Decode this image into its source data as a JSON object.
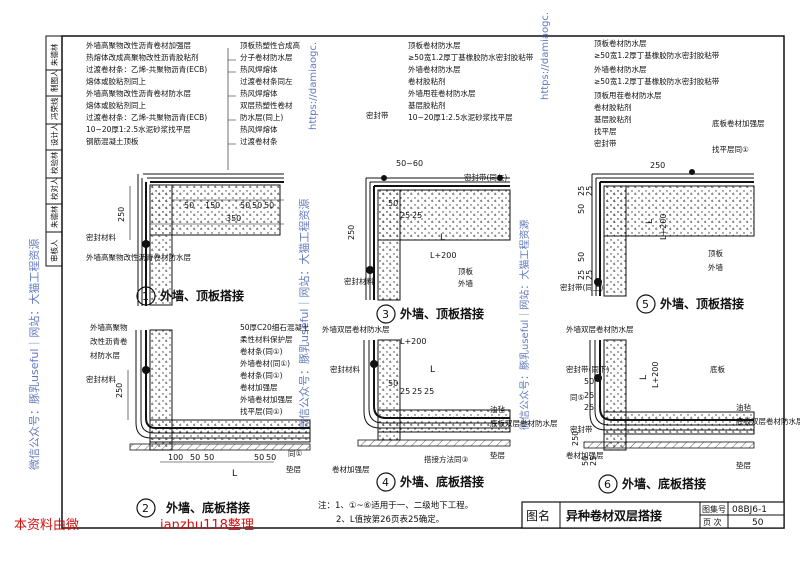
{
  "side_strip": [
    "审核人",
    "朱德林",
    "校对人",
    "校验林",
    "设计人",
    "冯荣线",
    "制图人",
    "朱德林"
  ],
  "watermarks": {
    "left": "微信公众号：豚乳useful｜网站：大猫工程资源",
    "mid": "微信公众号：豚乳useful｜网站：大猫工程资源",
    "right": "https://damiaogc.",
    "right2": "https://damiaogc."
  },
  "d1": {
    "num": "1",
    "title": "外墙、顶板搭接",
    "labels": [
      "外墙高聚物改性沥青卷材加强层",
      "热熔体改成高聚物改性沥青胶粘剂",
      "过渡卷材条：乙烯-共聚物沥青(ECB)",
      "熔体或胶粘剂同上",
      "外墙高聚物改性沥青卷材防水层",
      "熔体或胶粘剂同上",
      "过渡卷材条：乙烯-共聚物沥青(ECB)",
      "10~20厚1:2.5水泥砂浆找平层",
      "钢筋混凝土顶板",
      "顶板热塑性合成高",
      "分子卷材防水层",
      "热风焊熔体",
      "过渡卷材条同左",
      "热风焊熔体",
      "双层热塑性卷材",
      "防水层(同上)",
      "热风焊熔体",
      "过渡卷材条"
    ],
    "dims": [
      "50",
      "150",
      "50",
      "50",
      "50",
      "350",
      "250"
    ],
    "seal": "密封材料",
    "wall_label": "外墙高聚物改性沥青卷材防水层"
  },
  "d2": {
    "num": "2",
    "title": "外墙、底板搭接",
    "labels": [
      "外墙高聚物",
      "改性沥青卷",
      "材防水层",
      "50厚C20细石混凝土",
      "柔性材料保护层",
      "卷材条(同①)",
      "外墙卷材(同①)",
      "卷材条(同①)",
      "卷材加强层",
      "外墙卷材加强层",
      "找平层(同①)",
      "同①",
      "垫层"
    ],
    "dims": [
      "250",
      "100",
      "50",
      "50",
      "50",
      "50",
      "L"
    ],
    "seal": "密封材料"
  },
  "d3": {
    "num": "3",
    "title": "外墙、顶板搭接",
    "labels": [
      "顶板卷材防水层",
      "≥50宽1.2厚丁基橡胶防水密封胶粘带",
      "外墙卷材防水层",
      "卷材胶粘剂",
      "外墙甩茬卷材防水层",
      "基层胶粘剂",
      "10~20厚1:2.5水泥砂浆找平层",
      "密封带",
      "密封带(同左)",
      "顶板",
      "外墙",
      "密封材料"
    ],
    "dims": [
      "50~60",
      "50",
      "25",
      "25",
      "L",
      "L+200",
      "250"
    ]
  },
  "d4": {
    "num": "4",
    "title": "外墙、底板搭接",
    "labels": [
      "外墙双层卷材防水层",
      "密封材料",
      "油毡",
      "底板双层卷材防水层",
      "垫层",
      "卷材加强层",
      "搭接方法同③"
    ],
    "dims": [
      "L+200",
      "L",
      "50",
      "25",
      "25",
      "25"
    ]
  },
  "d5": {
    "num": "5",
    "title": "外墙、顶板搭接",
    "labels": [
      "顶板卷材防水层",
      "≥50宽1.2厚丁基橡胶防水密封胶粘带",
      "外墙卷材防水层",
      "≥50宽1.2厚丁基橡胶防水密封胶粘带",
      "顶板甩茬卷材防水层",
      "卷材胶粘剂",
      "基层胶粘剂",
      "找平层",
      "密封带",
      "底板卷材加强层",
      "找平层同①",
      "顶板",
      "外墙",
      "密封带(同上)"
    ],
    "dims": [
      "250",
      "50",
      "25",
      "25",
      "L+200",
      "L",
      "50",
      "25",
      "25"
    ]
  },
  "d6": {
    "num": "6",
    "title": "外墙、底板搭接",
    "labels": [
      "外墙双层卷材防水层",
      "密封带(同下)",
      "底板",
      "油毡",
      "底板双层卷材防水层",
      "同⑤",
      "密封带",
      "卷材加强层",
      "垫层"
    ],
    "dims": [
      "L+200",
      "L",
      "50",
      "25",
      "25",
      "250",
      "50",
      "25"
    ]
  },
  "notes": [
    "注：1、①~⑥适用于一、二级地下工程。",
    "2、L值按第26页表25确定。"
  ],
  "title_block": {
    "label": "图名",
    "title": "异种卷材双层搭接",
    "atlas_label": "图集号",
    "atlas_no": "08BJ6-1",
    "page_label": "页 次",
    "page_no": "50"
  },
  "red_left": "本资料由微",
  "red_right": "ianzhu118整理"
}
